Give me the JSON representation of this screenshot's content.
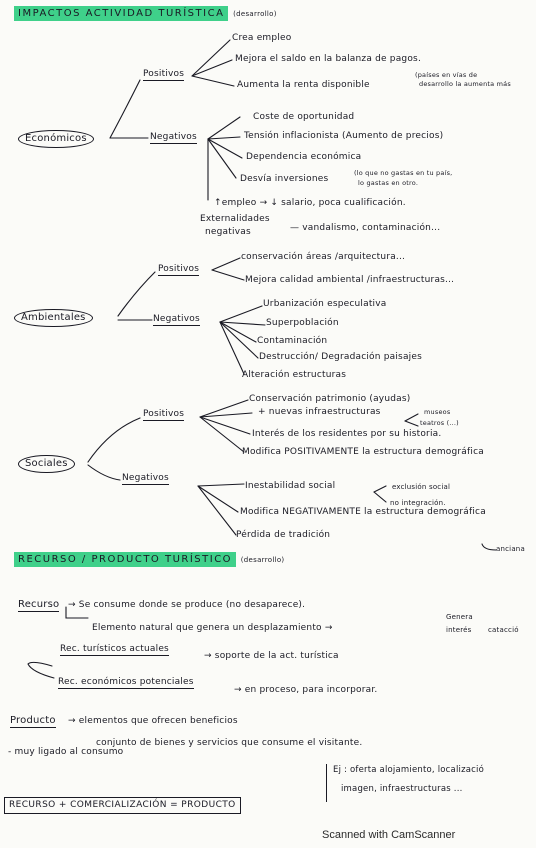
{
  "title1": "IMPACTOS ACTIVIDAD TURÍSTICA",
  "title1_note": "(desarrollo)",
  "econ": {
    "label": "Económicos",
    "pos": "Positivos",
    "pos_items": [
      "Crea empleo",
      "Mejora el saldo en la balanza de pagos.",
      "Aumenta la renta disponible"
    ],
    "renta_note1": "(países en vías de",
    "renta_note2": "desarrollo la aumenta más",
    "neg": "Negativos",
    "neg_items": [
      "Coste de oportunidad",
      "Tensión inflacionista (Aumento de precios)",
      "Dependencia económica",
      "Desvía inversiones"
    ],
    "desvia_note1": "(lo que no gastas en tu país,",
    "desvia_note2": "lo gastas en otro.",
    "empleo": "↑empleo → ↓ salario, poca cualificación.",
    "ext1": "Externalidades",
    "ext2": "negativas",
    "ext_text": "— vandalismo, contaminación..."
  },
  "amb": {
    "label": "Ambientales",
    "pos": "Positivos",
    "pos_items": [
      "conservación áreas /arquitectura...",
      "Mejora calidad ambiental /infraestructuras..."
    ],
    "neg": "Negativos",
    "neg_items": [
      "Urbanización especulativa",
      "Superpoblación",
      "Contaminación",
      "Destrucción/ Degradación paisajes",
      "Alteración estructuras"
    ]
  },
  "soc": {
    "label": "Sociales",
    "pos": "Positivos",
    "pos_items": [
      "Conservación patrimonio (ayudas)",
      "+ nuevas infraestructuras",
      "Interés de los residentes por su historia.",
      "Modifica POSITIVAMENTE la estructura demográfica"
    ],
    "museos1": "museos",
    "museos2": "teatros (...)",
    "neg": "Negativos",
    "neg_items": [
      "Inestabilidad social",
      "Modifica NEGATIVAMENTE la estructura demográfica",
      "Pérdida de tradición"
    ],
    "excl1": "exclusión social",
    "excl2": "no integración.",
    "anciana": "anciana"
  },
  "title2": "RECURSO / PRODUCTO TURÍSTICO",
  "title2_note": "(desarrollo)",
  "recurso": {
    "label": "Recurso",
    "l1": "→ Se consume donde se produce (no desaparece).",
    "l2": "Elemento natural que genera un desplazamiento →",
    "genera1": "Genera",
    "genera2": "interés",
    "genera3": "catacció",
    "actuales": "Rec. turísticos actuales",
    "actuales_t": "→ soporte de la act. turística",
    "potenciales": "Rec. económicos potenciales",
    "potenciales_t": "→ en proceso, para incorporar."
  },
  "producto": {
    "label": "Producto",
    "l1": "→ elementos que ofrecen beneficios",
    "l2": "conjunto de bienes y servicios que consume el visitante.",
    "l3": "- muy ligado al consumo",
    "ej1": "Ej : oferta alojamiento, localizació",
    "ej2": "imagen, infraestructuras ..."
  },
  "formula": "RECURSO + COMERCIALIZACIÓN = PRODUCTO",
  "footer": "Scanned with CamScanner"
}
